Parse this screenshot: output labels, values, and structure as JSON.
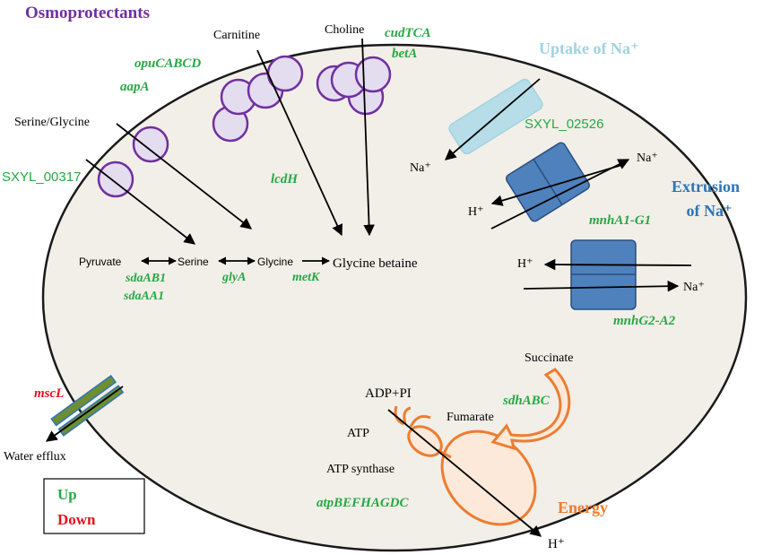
{
  "colors": {
    "cell_fill": "#f2efe8",
    "up": "#27a844",
    "down": "#e5121b",
    "osmo": "#7030a0",
    "uptake": "#9fd3e0",
    "extrusion": "#2e75b6",
    "energy": "#ed7d31",
    "membrane_fill": "#e4dcef",
    "nha": "#4f81bd",
    "mscl": "#6d8e33"
  },
  "icons": [
    "osmoprotectant-transporter-icon",
    "na-channel-icon",
    "antiporter-icon",
    "mechanosensitive-channel-icon",
    "atp-synthase-icon",
    "arrow-icon"
  ],
  "headers": {
    "osmoprotectants": "Osmoprotectants",
    "uptake": "Uptake of Na⁺",
    "extrusion_line1": "Extrusion",
    "extrusion_line2": "of Na⁺",
    "energy": "Energy"
  },
  "substrates": {
    "carnitine": "Carnitine",
    "choline": "Choline",
    "serine_glycine": "Serine/Glycine",
    "pyruvate": "Pyruvate",
    "serine": "Serine",
    "glycine": "Glycine",
    "glycine_betaine": "Glycine betaine",
    "succinate": "Succinate",
    "fumarate": "Fumarate",
    "adp_pi": "ADP+PI",
    "atp": "ATP",
    "atp_synthase": "ATP synthase",
    "water_efflux": "Water efflux",
    "na_uptake": "Na⁺",
    "na_antiporter1": "Na⁺",
    "h_antiporter1": "H⁺",
    "h_antiporter2": "H⁺",
    "na_antiporter2": "Na⁺",
    "h_energy": "H⁺"
  },
  "genes": {
    "opuCABCD": "opuCABCD",
    "cudTCA": "cudTCA",
    "betA": "betA",
    "aapA": "aapA",
    "SXYL_00317": "SXYL_00317",
    "lcdH": "lcdH",
    "SXYL_02526": "SXYL_02526",
    "mnhA1_G1": "mnhA1-G1",
    "mnhG2_A2": "mnhG2-A2",
    "sdaAB1": "sdaAB1",
    "sdaAA1": "sdaAA1",
    "glyA": "glyA",
    "metK": "metK",
    "sdhABC": "sdhABC",
    "mscL": "mscL",
    "atpBEFHAGDC": "atpBEFHAGDC"
  },
  "legend": {
    "up": "Up",
    "down": "Down"
  }
}
